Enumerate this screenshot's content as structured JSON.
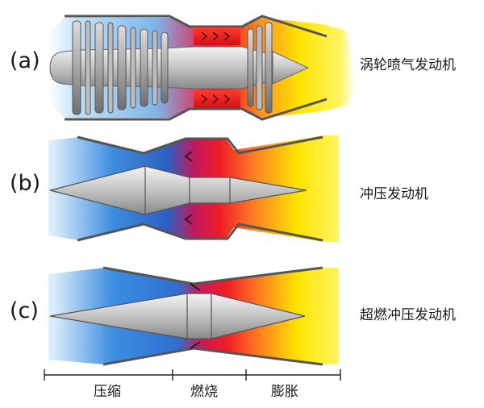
{
  "panels": [
    {
      "tag": "(a)",
      "name": "涡轮喷气发动机"
    },
    {
      "tag": "(b)",
      "name": "冲压发动机"
    },
    {
      "tag": "(c)",
      "name": "超燃冲压发动机"
    }
  ],
  "stages": {
    "compression": "压缩",
    "combustion": "燃烧",
    "expansion": "膨胀"
  },
  "colors": {
    "intake": "#2f7fd6",
    "combustion": "#ee1c25",
    "exhaust": "#fff200",
    "body": "#c8c8c8",
    "casing": "#555555"
  }
}
